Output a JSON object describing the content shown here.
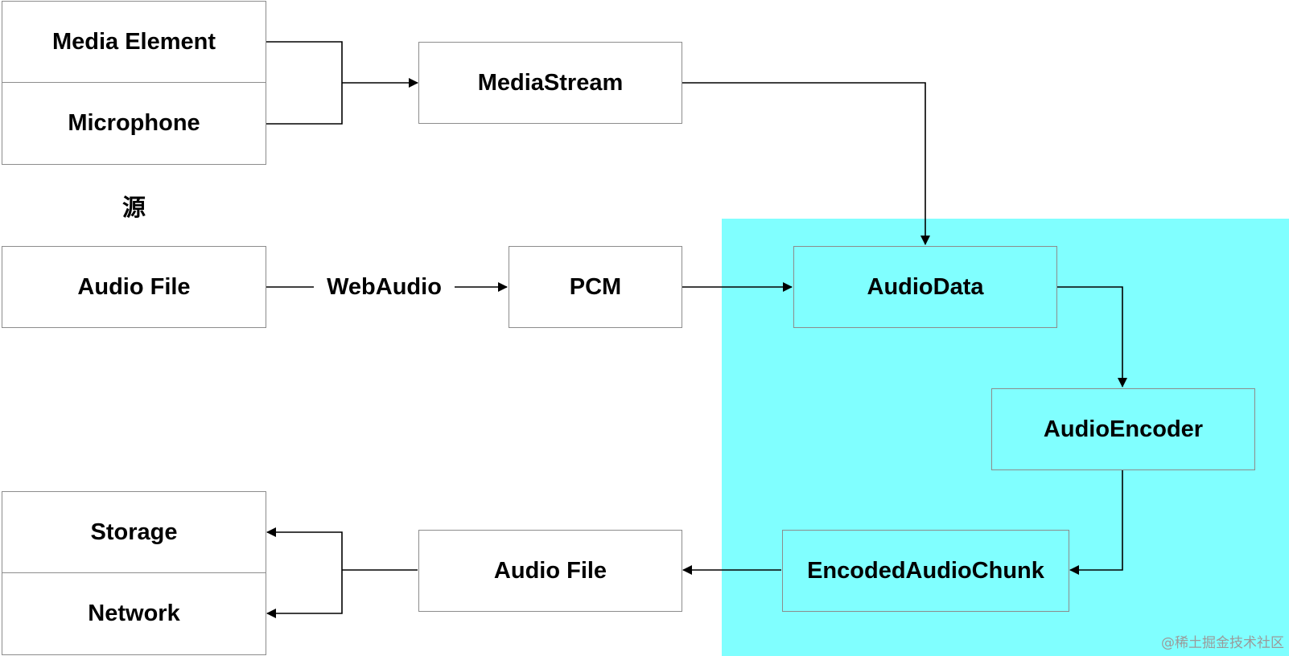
{
  "diagram": {
    "sources": {
      "media_element": "Media Element",
      "microphone": "Microphone",
      "source_label": "源",
      "audio_file": "Audio File"
    },
    "webaudio": "WebAudio",
    "pcm": "PCM",
    "mediastream": "MediaStream",
    "audiodata": "AudioData",
    "audioencoder": "AudioEncoder",
    "encoded_chunk": "EncodedAudioChunk",
    "output_file": "Audio File",
    "destinations": {
      "storage": "Storage",
      "network": "Network"
    },
    "highlight_color": "#80ffff"
  },
  "watermark": "@稀土掘金技术社区"
}
